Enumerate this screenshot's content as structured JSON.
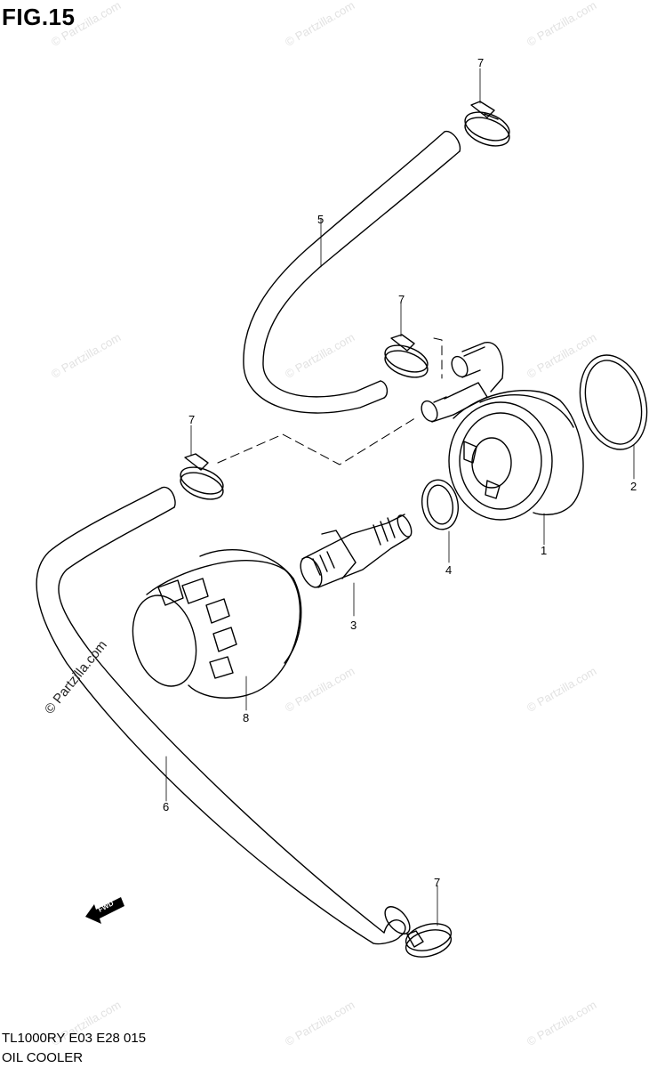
{
  "figure": {
    "title": "FIG.15",
    "model_code": "TL1000RY  E03  E28   015",
    "section_name": "OIL COOLER"
  },
  "callouts": {
    "oil_cooler": "1",
    "o_ring_large": "2",
    "union_bolt": "3",
    "o_ring_small": "4",
    "hose_upper": "5",
    "hose_lower": "6",
    "clamp_top": "7",
    "clamp_mid": "7",
    "clamp_left": "7",
    "clamp_bottom": "7",
    "oil_filter": "8"
  },
  "watermark": {
    "text": "© Partzilla.com"
  },
  "direction_arrow": {
    "label": "FWD"
  }
}
